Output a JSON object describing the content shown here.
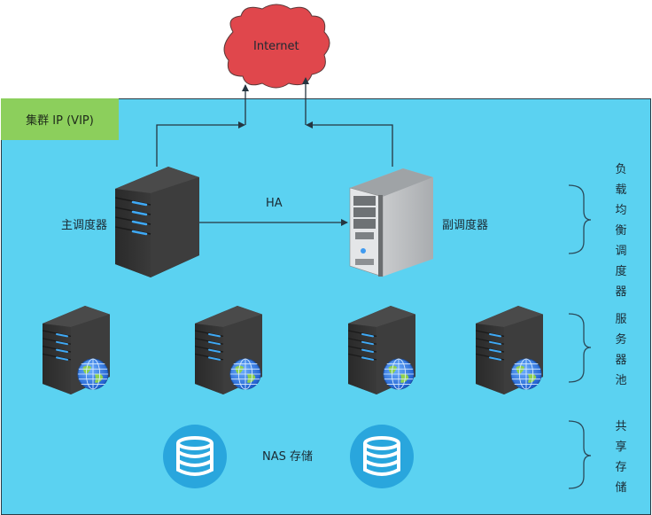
{
  "diagram": {
    "internet": {
      "label": "Internet",
      "color": "#e0474c"
    },
    "cluster": {
      "label": "集群 IP (VIP)",
      "bg_color": "#5bd2f1",
      "label_bg_color": "#8ccf5c"
    },
    "primary_scheduler": {
      "label": "主调度器"
    },
    "secondary_scheduler": {
      "label": "副调度器"
    },
    "ha_link": {
      "label": "HA"
    },
    "server_pool": {
      "count": 4
    },
    "storage": {
      "label": "NAS 存储",
      "count": 2,
      "color": "#29a6dd"
    },
    "groups": [
      {
        "name": "load-balancer",
        "chars": [
          "负",
          "载",
          "均",
          "衡",
          "调",
          "度",
          "器"
        ]
      },
      {
        "name": "server-pool",
        "chars": [
          "服",
          "务",
          "器",
          "池"
        ]
      },
      {
        "name": "shared-storage",
        "chars": [
          "共",
          "享",
          "存",
          "储"
        ]
      }
    ]
  }
}
